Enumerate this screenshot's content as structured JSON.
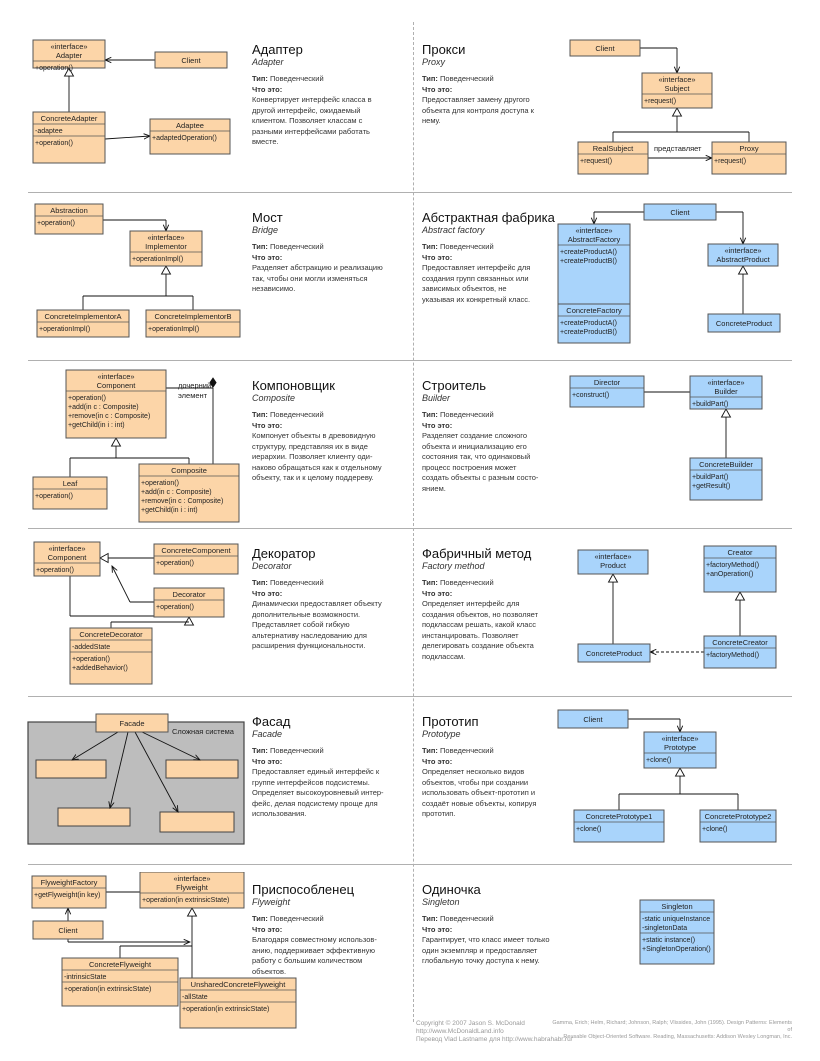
{
  "labels": {
    "type": "Тип:",
    "what": "Что это:"
  },
  "panels": [
    {
      "title": "Адаптер",
      "subtitle": "Adapter",
      "type": "Поведенческий",
      "desc": [
        "Конвертирует интерфейс класса в",
        "другой интерфейс, ожидаемый",
        "клиентом. Позволяет классам с",
        "разными интерфейсами работать",
        "вместе."
      ],
      "boxes": [
        {
          "head": [
            "«interface»",
            "Adapter"
          ],
          "ops": [
            "+operation()"
          ]
        },
        {
          "head": [
            "Client"
          ]
        },
        {
          "head": [
            "ConcreteAdapter"
          ],
          "attrs": [
            "-adaptee"
          ],
          "ops": [
            "+operation()"
          ]
        },
        {
          "head": [
            "Adaptee"
          ],
          "ops": [
            "+adaptedOperation()"
          ]
        }
      ]
    },
    {
      "title": "Прокси",
      "subtitle": "Proxy",
      "type": "Поведенческий",
      "desc": [
        "Предоставляет замену другого",
        "объекта для контроля доступа к",
        "нему."
      ],
      "boxes": [
        {
          "head": [
            "Client"
          ]
        },
        {
          "head": [
            "«interface»",
            "Subject"
          ],
          "ops": [
            "+request()"
          ]
        },
        {
          "head": [
            "RealSubject"
          ],
          "ops": [
            "+request()"
          ]
        },
        {
          "head": [
            "Proxy"
          ],
          "ops": [
            "+request()"
          ]
        }
      ],
      "notes": [
        "представляет"
      ]
    },
    {
      "title": "Мост",
      "subtitle": "Bridge",
      "type": "Поведенческий",
      "desc": [
        "Разделяет абстракцию и реализацию",
        "так, чтобы они могли изменяться",
        "независимо."
      ],
      "boxes": [
        {
          "head": [
            "Abstraction"
          ],
          "ops": [
            "+operation()"
          ]
        },
        {
          "head": [
            "«interface»",
            "Implementor"
          ],
          "ops": [
            "+operationImpl()"
          ]
        },
        {
          "head": [
            "ConcreteImplementorA"
          ],
          "ops": [
            "+operationImpl()"
          ]
        },
        {
          "head": [
            "ConcreteImplementorB"
          ],
          "ops": [
            "+operationImpl()"
          ]
        }
      ]
    },
    {
      "title": "Абстрактная фабрика",
      "subtitle": "Abstract factory",
      "type": "Поведенческий",
      "desc": [
        "Предоставляет интерфейс для",
        "создания групп связанных или",
        "зависимых объектов, не",
        "указывая их конкретный класс."
      ],
      "boxes": [
        {
          "head": [
            "Client"
          ]
        },
        {
          "head": [
            "«interface»",
            "AbstractFactory"
          ],
          "ops": [
            "+createProductA()",
            "+createProductB()"
          ]
        },
        {
          "head": [
            "«interface»",
            "AbstractProduct"
          ]
        },
        {
          "head": [
            "ConcreteFactory"
          ],
          "ops": [
            "+createProductA()",
            "+createProductB()"
          ]
        },
        {
          "head": [
            "ConcreteProduct"
          ]
        }
      ]
    },
    {
      "title": "Компоновщик",
      "subtitle": "Composite",
      "type": "Поведенческий",
      "desc": [
        "Компонует объекты в древовидную",
        "структуру, представляя их в виде",
        "иерархии. Позволяет клиенту оди-",
        "наково обращаться как к отдельному",
        "объекту, так и к целому поддереву."
      ],
      "boxes": [
        {
          "head": [
            "«interface»",
            "Component"
          ],
          "ops": [
            "+operation()",
            "+add(in c : Composite)",
            "+remove(in c : Composite)",
            "+getChild(in i : int)"
          ]
        },
        {
          "head": [
            "Leaf"
          ],
          "ops": [
            "+operation()"
          ]
        },
        {
          "head": [
            "Composite"
          ],
          "ops": [
            "+operation()",
            "+add(in c : Composite)",
            "+remove(in c : Composite)",
            "+getChild(in i : int)"
          ]
        }
      ],
      "notes": [
        "дочерний",
        "элемент"
      ]
    },
    {
      "title": "Строитель",
      "subtitle": "Builder",
      "type": "Поведенческий",
      "desc": [
        "Разделяет создание сложного",
        "объекта и инициализацию его",
        "состояния так, что одинаковый",
        "процесс построения может",
        "создать объекты с разным состо-",
        "янием."
      ],
      "boxes": [
        {
          "head": [
            "Director"
          ],
          "ops": [
            "+construct()"
          ]
        },
        {
          "head": [
            "«interface»",
            "Builder"
          ],
          "ops": [
            "+buildPart()"
          ]
        },
        {
          "head": [
            "ConcreteBuilder"
          ],
          "ops": [
            "+buildPart()",
            "+getResult()"
          ]
        }
      ]
    },
    {
      "title": "Декоратор",
      "subtitle": "Decorator",
      "type": "Поведенческий",
      "desc": [
        "Динамически предоставляет объекту",
        "дополнительные возможности.",
        "Представляет собой гибкую",
        "альтернативу наследованию для",
        "расширения функциональности."
      ],
      "boxes": [
        {
          "head": [
            "«interface»",
            "Component"
          ],
          "ops": [
            "+operation()"
          ]
        },
        {
          "head": [
            "ConcreteComponent"
          ],
          "ops": [
            "+operation()"
          ]
        },
        {
          "head": [
            "Decorator"
          ],
          "ops": [
            "+operation()"
          ]
        },
        {
          "head": [
            "ConcreteDecorator"
          ],
          "attrs": [
            "-addedState"
          ],
          "ops": [
            "+operation()",
            "+addedBehavior()"
          ]
        }
      ]
    },
    {
      "title": "Фабричный метод",
      "subtitle": "Factory method",
      "type": "Поведенческий",
      "desc": [
        "Определяет интерфейс для",
        "создания объектов, но позволяет",
        "подклассам решать, какой класс",
        "инстанцировать. Позволяет",
        "делегировать создание объекта",
        "подклассам."
      ],
      "boxes": [
        {
          "head": [
            "«interface»",
            "Product"
          ]
        },
        {
          "head": [
            "Creator"
          ],
          "ops": [
            "+factoryMethod()",
            "+anOperation()"
          ]
        },
        {
          "head": [
            "ConcreteProduct"
          ]
        },
        {
          "head": [
            "ConcreteCreator"
          ],
          "ops": [
            "+factoryMethod()"
          ]
        }
      ]
    },
    {
      "title": "Фасад",
      "subtitle": "Facade",
      "type": "Поведенческий",
      "desc": [
        "Предоставляет единый интерфейс к",
        "группе интерфейсов подсистемы.",
        "Определяет высокоуровневый интер-",
        "фейс, делая подсистему проще для",
        "использования."
      ],
      "boxes": [
        {
          "head": [
            "Facade"
          ]
        }
      ],
      "notes": [
        "Сложная система"
      ]
    },
    {
      "title": "Прототип",
      "subtitle": "Prototype",
      "type": "Поведенческий",
      "desc": [
        "Определяет несколько видов",
        "объектов, чтобы при создании",
        "использовать объект-прототип и",
        "создаёт новые объекты, копируя",
        "прототип."
      ],
      "boxes": [
        {
          "head": [
            "Client"
          ]
        },
        {
          "head": [
            "«interface»",
            "Prototype"
          ],
          "ops": [
            "+clone()"
          ]
        },
        {
          "head": [
            "ConcretePrototype1"
          ],
          "ops": [
            "+clone()"
          ]
        },
        {
          "head": [
            "ConcretePrototype2"
          ],
          "ops": [
            "+clone()"
          ]
        }
      ]
    },
    {
      "title": "Приспособленец",
      "subtitle": "Flyweight",
      "type": "Поведенческий",
      "desc": [
        "Благодаря совместному использов-",
        "анию, поддерживает эффективную",
        "работу с большим количеством",
        "объектов."
      ],
      "boxes": [
        {
          "head": [
            "FlyweightFactory"
          ],
          "ops": [
            "+getFlyweight(in key)"
          ]
        },
        {
          "head": [
            "«interface»",
            "Flyweight"
          ],
          "ops": [
            "+operation(in extrinsicState)"
          ]
        },
        {
          "head": [
            "Client"
          ]
        },
        {
          "head": [
            "ConcreteFlyweight"
          ],
          "attrs": [
            "-intrinsicState"
          ],
          "ops": [
            "+operation(in extrinsicState)"
          ]
        },
        {
          "head": [
            "UnsharedConcreteFlyweight"
          ],
          "attrs": [
            "-allState"
          ],
          "ops": [
            "+operation(in extrinsicState)"
          ]
        }
      ]
    },
    {
      "title": "Одиночка",
      "subtitle": "Singleton",
      "type": "Поведенческий",
      "desc": [
        "Гарантирует, что класс имеет только",
        "один экземпляр и предоставляет",
        "глобальную точку доступа к нему."
      ],
      "boxes": [
        {
          "head": [
            "Singleton"
          ],
          "attrs": [
            "-static uniqueInstance",
            "-singletonData"
          ],
          "ops": [
            "+static instance()",
            "+SingletonOperation()"
          ]
        }
      ]
    }
  ],
  "footer": {
    "left": [
      "Copyright © 2007 Jason S. McDonald",
      "http://www.McDonaldLand.info",
      "Перевод Vlad Lastname для http://www.habrahabr.ru/"
    ],
    "right": [
      "Gamma, Erich; Helm, Richard; Johnson, Ralph; Vlissides, John (1995). Design Patterns: Elements of",
      "Reusable Object-Oriented Software. Reading, Massachusetts: Addison Wesley Longman, Inc."
    ]
  },
  "colors": {
    "orange": "#fcd5a8",
    "blue": "#a9d4fb",
    "border": "#555555",
    "gray": "#bdbdbd"
  }
}
